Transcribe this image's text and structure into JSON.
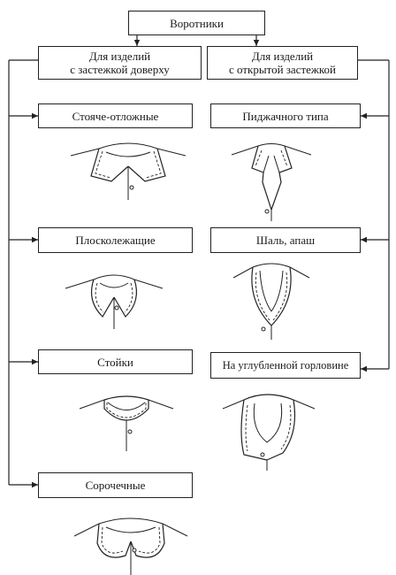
{
  "root": {
    "label": "Воротники"
  },
  "groups": {
    "closed": {
      "label": "Для изделий\nс застежкой доверху"
    },
    "open": {
      "label": "Для изделий\nс открытой застежкой"
    }
  },
  "left_items": [
    {
      "label": "Стояче-отложные",
      "drawing": "stand-fall-collar-drawing"
    },
    {
      "label": "Плосколежащие",
      "drawing": "flat-collar-drawing"
    },
    {
      "label": "Стойки",
      "drawing": "stand-collar-drawing"
    },
    {
      "label": "Сорочечные",
      "drawing": "shirt-collar-drawing"
    }
  ],
  "right_items": [
    {
      "label": "Пиджачного типа",
      "drawing": "jacket-collar-drawing"
    },
    {
      "label": "Шаль, апаш",
      "drawing": "shawl-collar-drawing"
    },
    {
      "label": "На углубленной горловине",
      "drawing": "deep-neckline-collar-drawing"
    }
  ]
}
